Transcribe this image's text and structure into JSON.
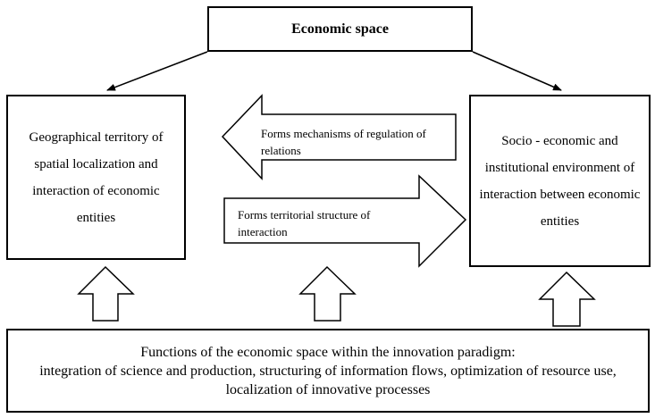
{
  "diagram": {
    "title": "Economic space",
    "left_box": "Geographical territory of spatial localization and interaction of economic entities",
    "right_box": "Socio - economic and institutional environment of interaction between economic entities",
    "arrow_left_label": "Forms mechanisms of regulation of relations",
    "arrow_right_label": "Forms territorial structure of interaction",
    "bottom_box": {
      "line1": "Functions of the economic space within the innovation paradigm:",
      "line2": "integration of science and production, structuring of information flows, optimization of resource use, localization of innovative processes"
    }
  }
}
